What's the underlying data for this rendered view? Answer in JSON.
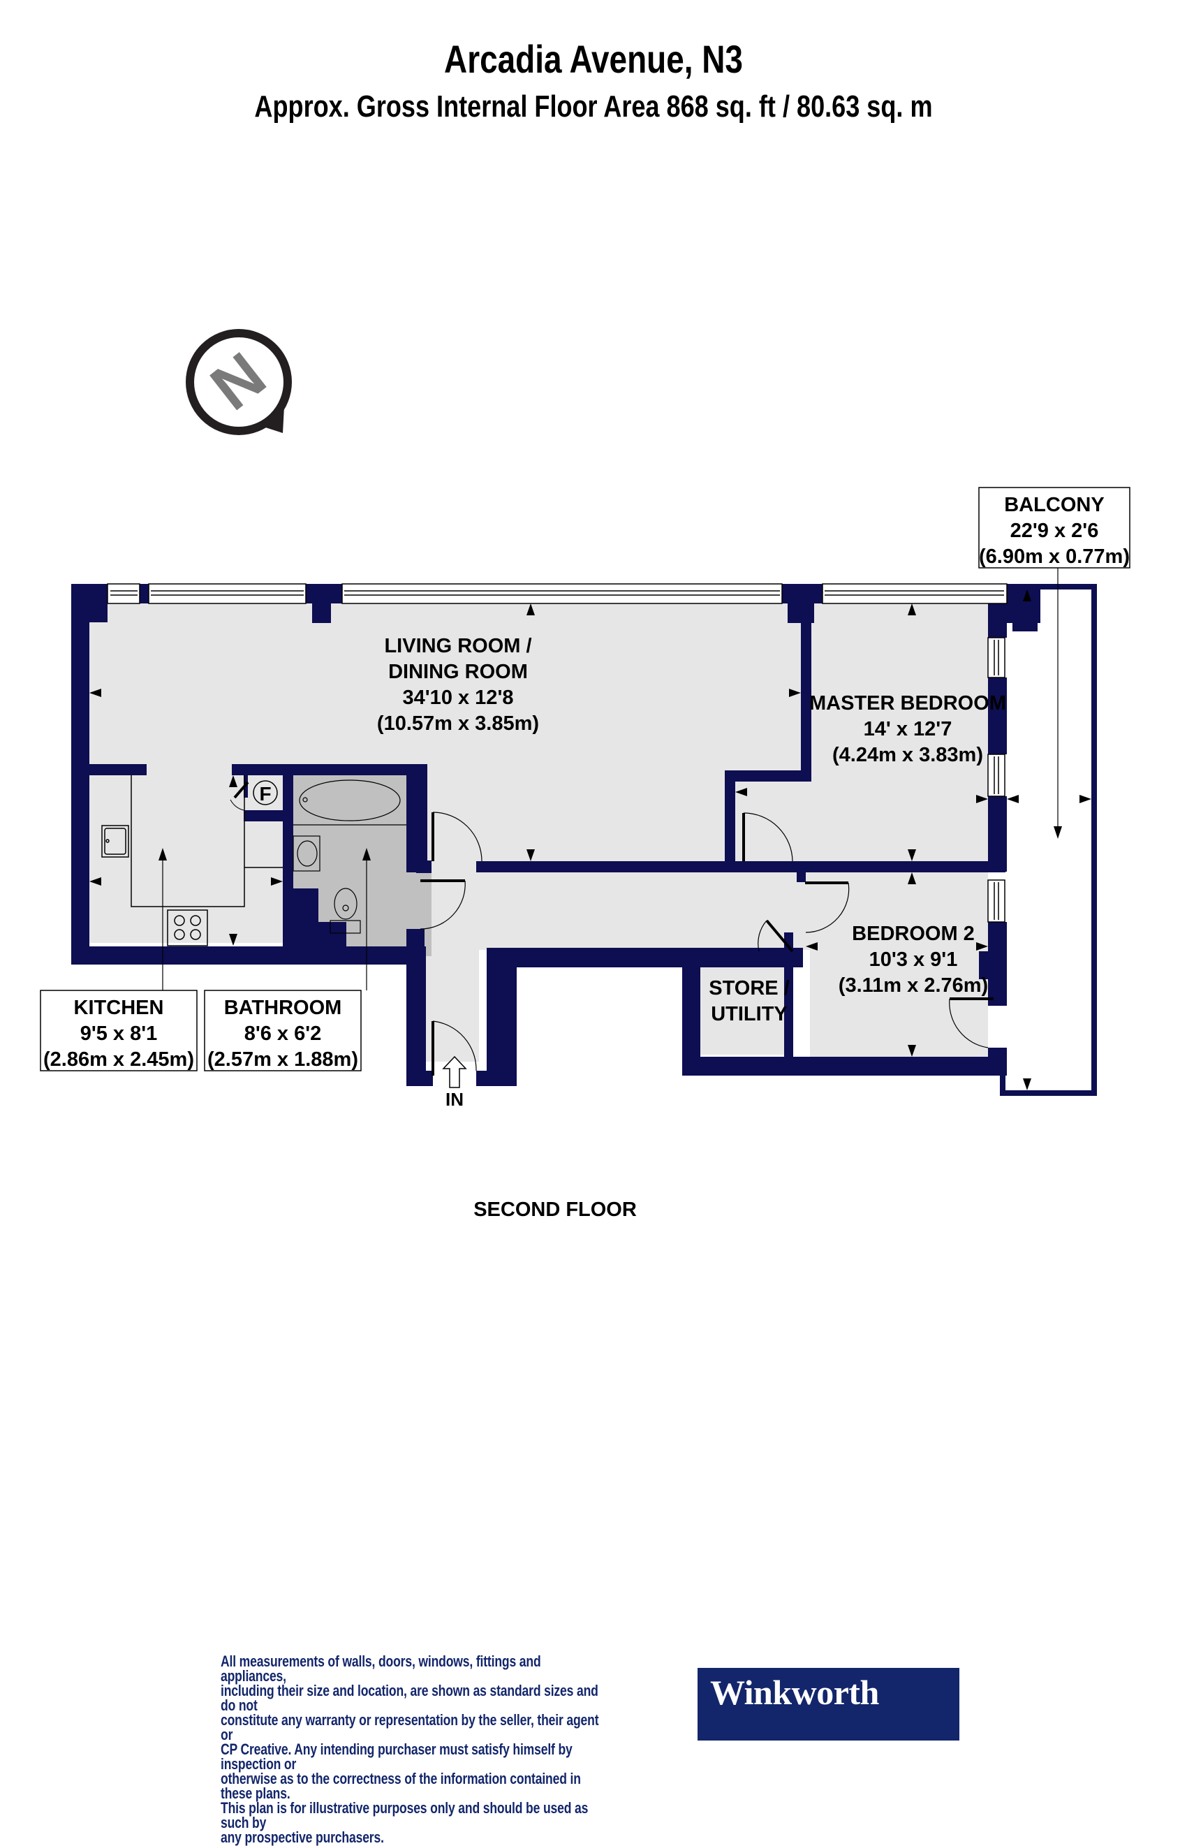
{
  "header": {
    "title": "Arcadia Avenue, N3",
    "subtitle": "Approx. Gross Internal Floor Area 868 sq. ft / 80.63 sq. m"
  },
  "compass": {
    "icon": "north-compass-icon",
    "letter": "N"
  },
  "rooms": [
    {
      "name_lines": [
        "LIVING ROOM /",
        "DINING ROOM"
      ],
      "imperial": "34'10 x 12'8",
      "metric": "(10.57m x 3.85m)"
    },
    {
      "name_lines": [
        "MASTER BEDROOM"
      ],
      "imperial": "14' x 12'7",
      "metric": "(4.24m x 3.83m)"
    },
    {
      "name_lines": [
        "BEDROOM 2"
      ],
      "imperial": "10'3 x 9'1",
      "metric": "(3.11m x 2.76m)"
    },
    {
      "name_lines": [
        "KITCHEN"
      ],
      "imperial": "9'5 x 8'1",
      "metric": "(2.86m x 2.45m)"
    },
    {
      "name_lines": [
        "BATHROOM"
      ],
      "imperial": "8'6 x 6'2",
      "metric": "(2.57m x 1.88m)"
    },
    {
      "name_lines": [
        "BALCONY"
      ],
      "imperial": "22'9 x 2'6",
      "metric": "(6.90m x 0.77m)"
    },
    {
      "name_lines": [
        "STORE /",
        "UTILITY"
      ],
      "imperial": "",
      "metric": ""
    }
  ],
  "symbols": {
    "fridge_letter": "F",
    "entrance_label": "IN"
  },
  "floor_label": "SECOND FLOOR",
  "disclaimer": "All measurements of walls, doors, windows, fittings and appliances,\nincluding their size and location, are shown as standard sizes and do not\nconstitute any warranty or representation by the seller, their agent or\nCP Creative. Any intending purchaser must satisfy himself by inspection or\notherwise as to the correctness of the information contained in these plans.\nThis plan is for illustrative purposes only and should be used as such by\nany prospective purchasers.",
  "brand": {
    "name": "Winkworth",
    "color": "#13266b"
  },
  "colors": {
    "wall": "#0e0e52",
    "floor": "#e6e6e6",
    "bathroom_floor": "#c0c0c0"
  }
}
